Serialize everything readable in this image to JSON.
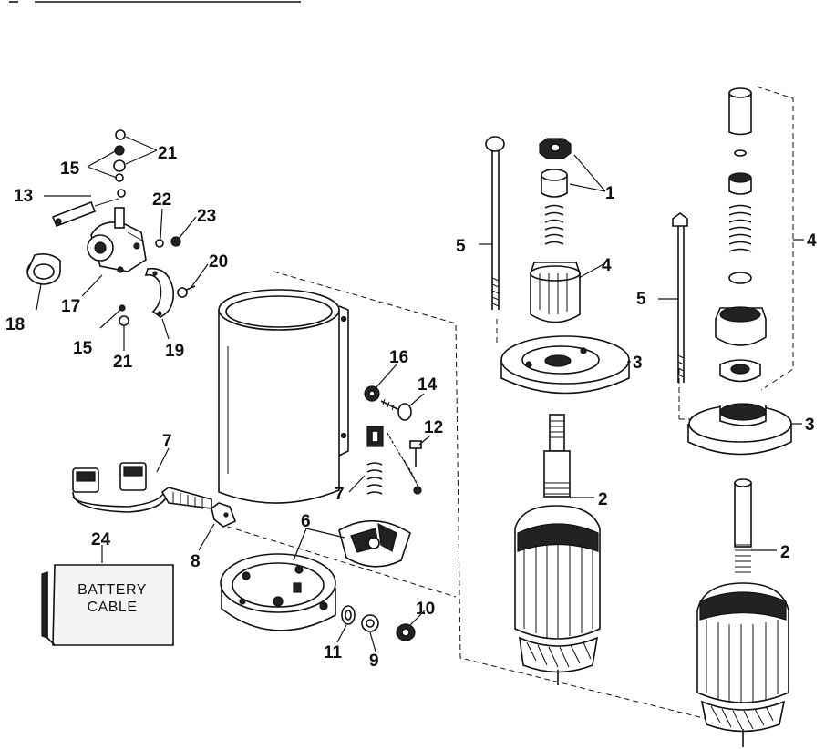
{
  "callouts": {
    "c1": "1",
    "c2a": "2",
    "c2b": "2",
    "c3a": "3",
    "c3b": "3",
    "c4a": "4",
    "c4b": "4",
    "c5a": "5",
    "c5b": "5",
    "c6": "6",
    "c7a": "7",
    "c7b": "7",
    "c8": "8",
    "c9": "9",
    "c10": "10",
    "c11": "11",
    "c12": "12",
    "c13": "13",
    "c14": "14",
    "c15a": "15",
    "c15b": "15",
    "c16": "16",
    "c17": "17",
    "c18": "18",
    "c19": "19",
    "c20": "20",
    "c21a": "21",
    "c21b": "21",
    "c22": "22",
    "c23": "23",
    "c24": "24"
  },
  "battery_box": {
    "line1": "BATTERY",
    "line2": "CABLE"
  }
}
